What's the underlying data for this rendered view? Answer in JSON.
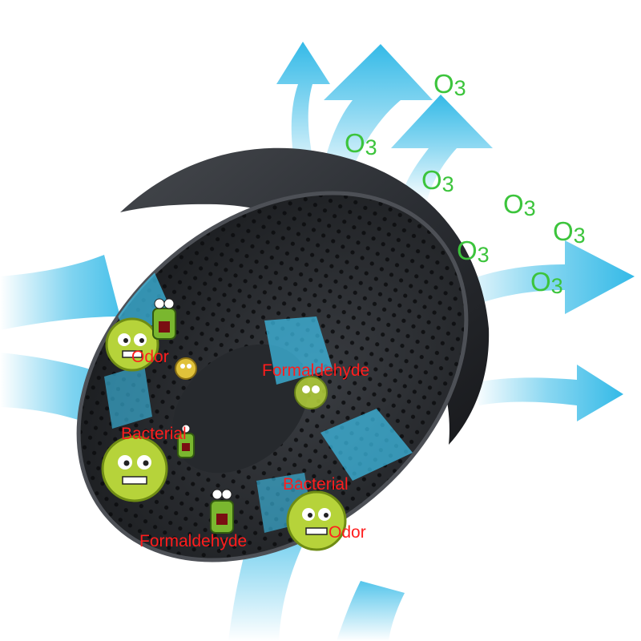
{
  "colors": {
    "germ_label": "#ff1d1d",
    "ozone_label": "#3cc43c",
    "airflow": "#29b6e6",
    "device_body": "#2b2e33",
    "germ_body": "#b6d33a"
  },
  "ozone": {
    "letter": "O",
    "digit": "3"
  },
  "germ_labels": {
    "odor_upper": "Odor",
    "formaldehyde_center": "Formaldehyde",
    "bacterial_left": "Bacterial",
    "bacterial_right": "Bacterial",
    "formaldehyde_bottom": "Formaldehyde",
    "odor_lower": "Odor"
  },
  "icons": {
    "device": "round-air-purifier",
    "airflow": "airflow-arrow",
    "germ": "cartoon-germ-icon"
  }
}
